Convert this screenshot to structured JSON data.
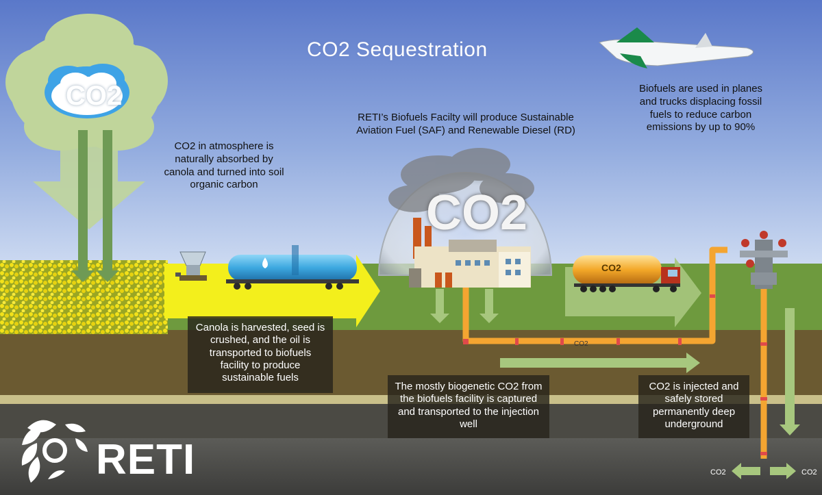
{
  "title": "CO2 Sequestration",
  "cloud_label": "CO2",
  "dome_label": "CO2",
  "truck_label": "CO2",
  "pipe_label": "CO2",
  "well_left_label": "CO2",
  "well_right_label": "CO2",
  "logo_text": "RETI",
  "captions": {
    "atmosphere": "CO2 in atmosphere is naturally absorbed by canola and turned into soil organic carbon",
    "facility": "RETI’s Biofuels Facilty will produce Sustainable Aviation Fuel (SAF) and Renewable Diesel (RD)",
    "planes": "Biofuels are used in planes and trucks displacing fossil fuels to reduce carbon emissions by up to 90%",
    "canola": "Canola is harvested, seed is crushed, and the oil is transported to biofuels facility to produce sustainable fuels",
    "capture": "The mostly biogenetic CO2 from the biofuels facility is captured and transported to the injection well",
    "storage": "CO2 is injected and safely stored permanently deep underground"
  },
  "colors": {
    "sky_top": "#5a78c9",
    "sky_bottom": "#c9d9f2",
    "grass": "#6e9a3e",
    "soil": "#6a5a32",
    "rock": "#4a4a48",
    "arrow_yellow": "#f3ef1c",
    "arrow_green": "#a7c77e",
    "pipe": "#f4a531",
    "tanker_blue": "#3da8e0"
  }
}
